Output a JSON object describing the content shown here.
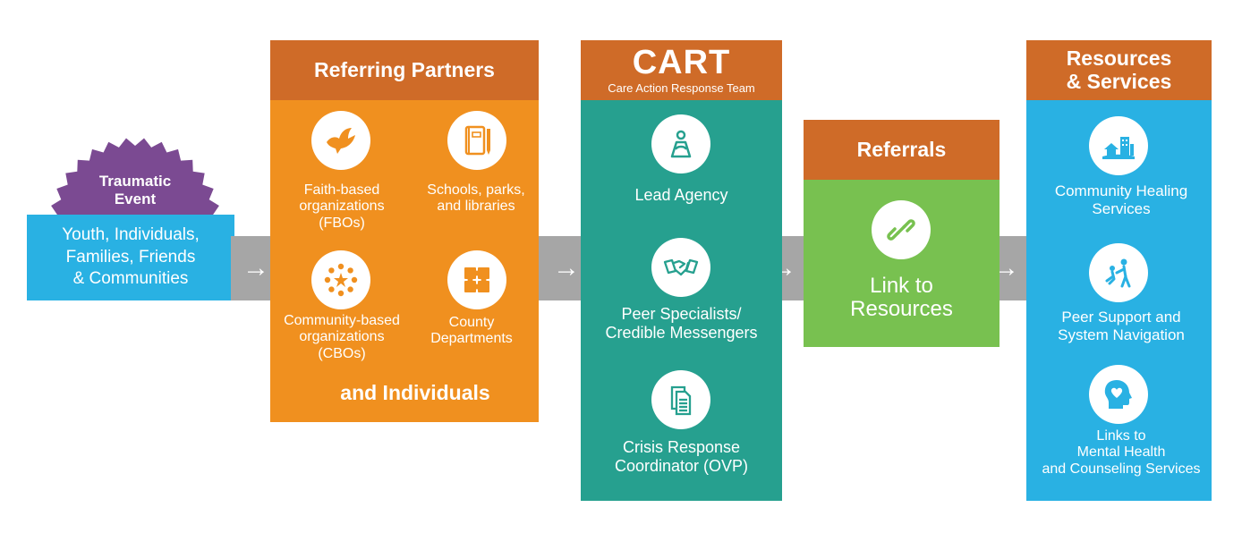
{
  "start": {
    "badge_line1": "Traumatic",
    "badge_line2": "Event",
    "people": [
      "Youth, Individuals,",
      "Families, Friends",
      "& Communities"
    ]
  },
  "arrow_glyph": "→",
  "referring": {
    "title": "Referring Partners",
    "items": [
      {
        "icon": "dove-icon",
        "lines": [
          "Faith-based",
          "organizations",
          "(FBOs)"
        ]
      },
      {
        "icon": "notebook-icon",
        "lines": [
          "Schools, parks,",
          "and libraries"
        ]
      },
      {
        "icon": "community-circle-icon",
        "lines": [
          "Community-based",
          "organizations",
          "(CBOs)"
        ]
      },
      {
        "icon": "puzzle-icon",
        "lines": [
          "County",
          "Departments"
        ]
      }
    ],
    "footer": "and Individuals"
  },
  "cart": {
    "title": "CART",
    "subtitle": "Care Action Response Team",
    "items": [
      {
        "icon": "person-pin-icon",
        "lines": [
          "Lead Agency"
        ]
      },
      {
        "icon": "handshake-icon",
        "lines": [
          "Peer Specialists/",
          "Credible Messengers"
        ]
      },
      {
        "icon": "documents-icon",
        "lines": [
          "Crisis Response",
          "Coordinator (OVP)"
        ]
      }
    ]
  },
  "referrals": {
    "title": "Referrals",
    "icon": "chain-link-icon",
    "lines": [
      "Link to",
      "Resources"
    ]
  },
  "resources": {
    "title_lines": [
      "Resources",
      "& Services"
    ],
    "items": [
      {
        "icon": "town-icon",
        "lines": [
          "Community Healing",
          "Services"
        ]
      },
      {
        "icon": "helping-hand-icon",
        "lines": [
          "Peer Support and",
          "System Navigation"
        ]
      },
      {
        "icon": "head-heart-icon",
        "lines": [
          "Links to",
          "Mental Health",
          "and Counseling Services"
        ]
      }
    ]
  },
  "colors": {
    "purple": "#7b4a92",
    "blue": "#29b1e3",
    "orange": "#f0901f",
    "rust": "#cf6b28",
    "teal": "#26a08f",
    "green": "#78c150",
    "gray": "#a6a6a6"
  }
}
